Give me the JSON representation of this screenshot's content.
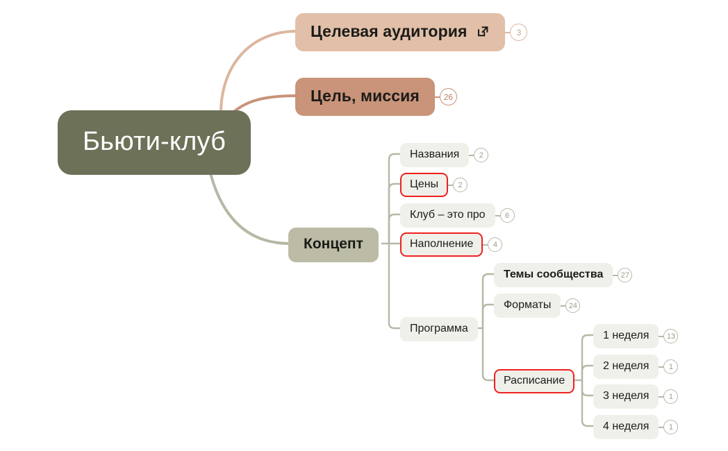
{
  "document": {
    "type": "mind-map",
    "title": "Бьюти-клуб",
    "background_color": "#ffffff"
  },
  "palette": {
    "root_fill": "#6d7158",
    "root_text": "#ffffff",
    "audience_fill": "#e1bfa8",
    "mission_fill": "#c9947a",
    "concept_fill": "#bcbca6",
    "plain_fill": "#f0f0ea",
    "text": "#1b1b18",
    "selection_outline": "#ef2020",
    "edge_tan": "#ddb69f",
    "edge_tan2": "#c89277",
    "edge_sage": "#b6b8a6"
  },
  "root": {
    "label": "Бьюти-клуб"
  },
  "nodes": {
    "audience": {
      "label": "Целевая аудитория",
      "badge": "3",
      "icon": "external-link-icon"
    },
    "mission": {
      "label": "Цель, миссия",
      "badge": "26"
    },
    "concept": {
      "label": "Концепт"
    },
    "names": {
      "label": "Названия",
      "badge": "2"
    },
    "prices": {
      "label": "Цены",
      "badge": "2",
      "selected": true
    },
    "club_about": {
      "label": "Клуб – это про",
      "badge": "6"
    },
    "content": {
      "label": "Наполнение",
      "badge": "4",
      "selected": true
    },
    "program": {
      "label": "Программа"
    },
    "community_topics": {
      "label": "Темы сообщества",
      "badge": "27",
      "bold": true
    },
    "formats": {
      "label": "Форматы",
      "badge": "24"
    },
    "schedule": {
      "label": "Расписание",
      "selected": true
    },
    "week1": {
      "label": "1 неделя",
      "badge": "13"
    },
    "week2": {
      "label": "2 неделя",
      "badge": "1"
    },
    "week3": {
      "label": "3 неделя",
      "badge": "1"
    },
    "week4": {
      "label": "4 неделя",
      "badge": "1"
    }
  }
}
